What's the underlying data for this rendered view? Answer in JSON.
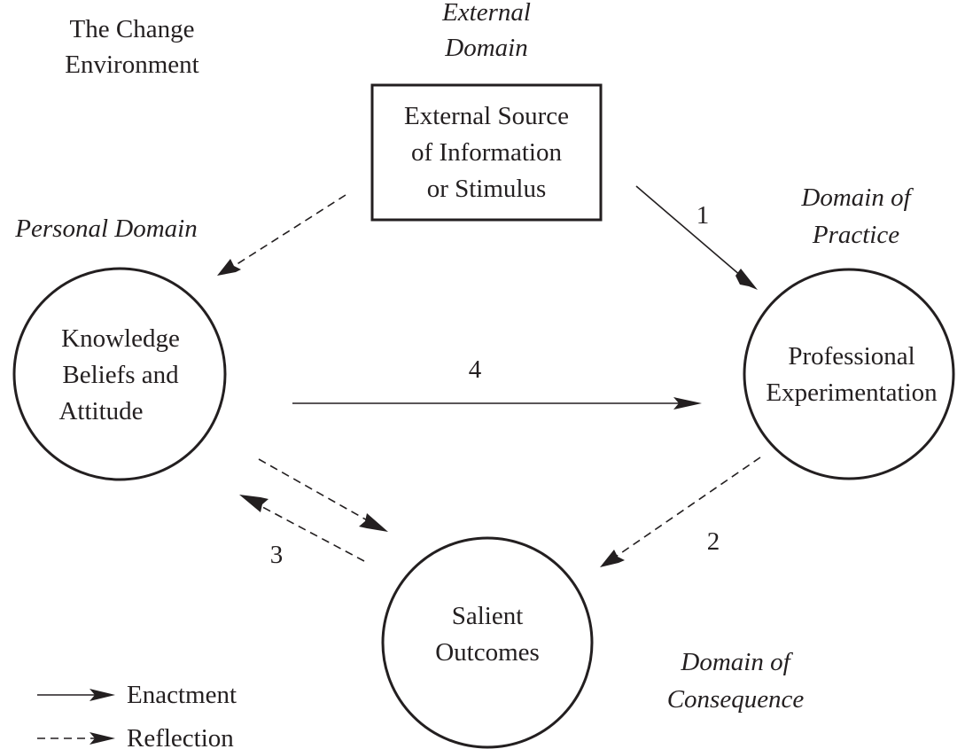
{
  "title_lines": [
    "The Change",
    "Environment"
  ],
  "external_domain_lines": [
    "External",
    "Domain"
  ],
  "personal_domain": "Personal Domain",
  "practice_domain_lines": [
    "Domain of",
    "Practice"
  ],
  "consequence_domain_lines": [
    "Domain of",
    "Consequence"
  ],
  "nodes": {
    "external_source": [
      "External Source",
      "of Information",
      "or Stimulus"
    ],
    "knowledge": [
      "Knowledge",
      "Beliefs and",
      "Attitude"
    ],
    "professional": [
      "Professional",
      "Experimentation"
    ],
    "salient": [
      "Salient",
      "Outcomes"
    ]
  },
  "arrow_labels": {
    "one": "1",
    "two": "2",
    "three": "3",
    "four": "4"
  },
  "legend": {
    "enactment": "Enactment",
    "reflection": "Reflection"
  }
}
